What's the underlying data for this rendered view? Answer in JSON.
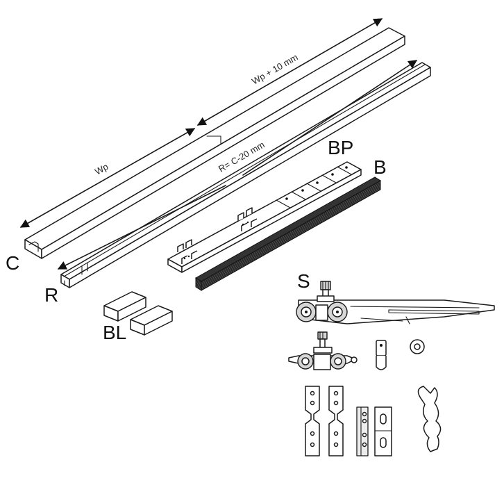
{
  "labels": {
    "c": "C",
    "r": "R",
    "bp": "BP",
    "b": "B",
    "bl": "BL",
    "s": "S"
  },
  "dimensions": {
    "wp": "Wp",
    "wp_plus": "Wp + 10 mm",
    "r_formula": "R= C-20 mm"
  },
  "colors": {
    "line": "#1a1a1a",
    "fill_light": "#d6d6d6",
    "brush": "#333333"
  }
}
